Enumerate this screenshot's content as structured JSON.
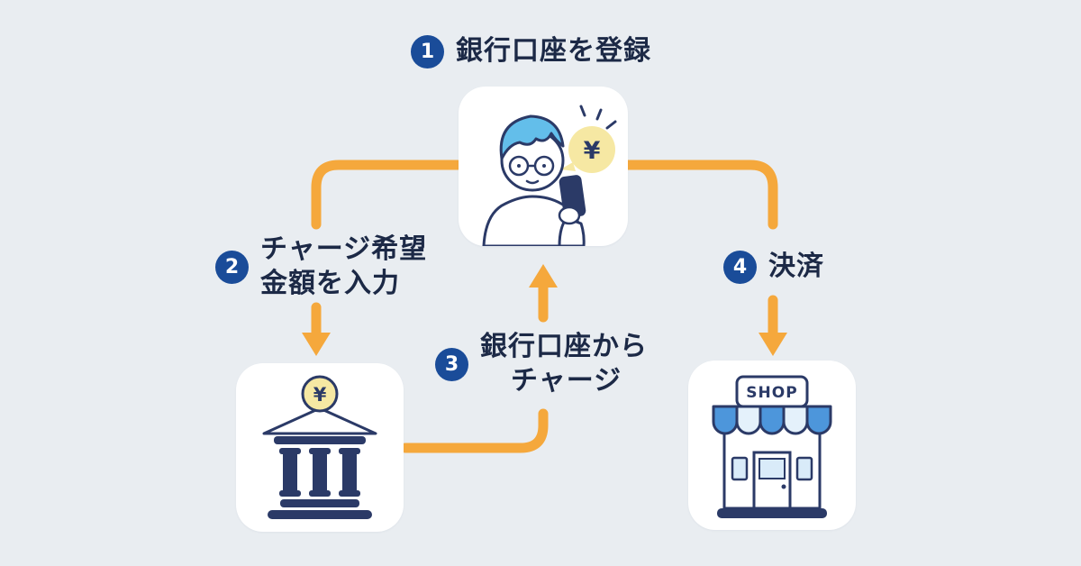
{
  "colors": {
    "background": "#E9EDF1",
    "arrow_orange": "#F5A83C",
    "badge_blue": "#1A4C99",
    "text_navy": "#1C2946",
    "card_white": "#FFFFFF",
    "line_navy": "#2B3A67",
    "hair_blue": "#63BEEA",
    "bubble_yellow": "#F6E8A3",
    "awning_blue": "#4D96DB",
    "awning_light": "#E4F1FB"
  },
  "steps": [
    {
      "number": "1",
      "label": "銀行口座を登録"
    },
    {
      "number": "2",
      "line1": "チャージ希望",
      "line2": "金額を入力"
    },
    {
      "number": "3",
      "line1": "銀行口座から",
      "line2": "チャージ"
    },
    {
      "number": "4",
      "label": "決済"
    }
  ],
  "cards": {
    "person": {
      "icon": "person-with-smartphone-icon",
      "bubble_symbol": "¥"
    },
    "bank": {
      "icon": "bank-building-icon",
      "coin_symbol": "¥"
    },
    "shop": {
      "icon": "storefront-icon",
      "sign_text": "SHOP"
    }
  }
}
